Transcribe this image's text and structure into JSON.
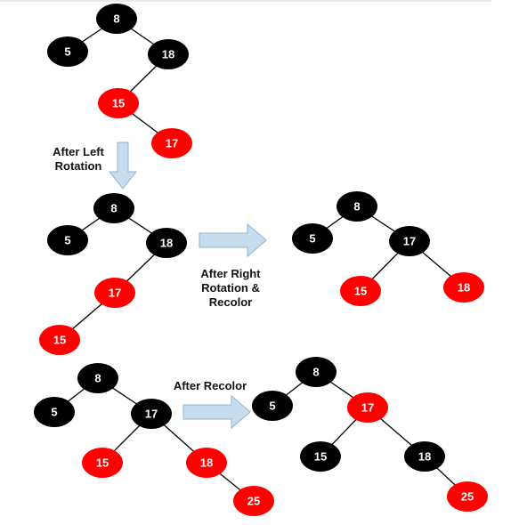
{
  "colors": {
    "black_node": "#000000",
    "red_node": "#ff0000",
    "arrow_fill": "#c7dcec",
    "arrow_stroke": "#8fb3d0",
    "edge": "#000000",
    "top_border": "#c9d3e0"
  },
  "trees": [
    {
      "id": "tree1",
      "nodes": [
        {
          "key": "n8",
          "label": "8",
          "color": "black"
        },
        {
          "key": "n5",
          "label": "5",
          "color": "black"
        },
        {
          "key": "n18",
          "label": "18",
          "color": "black"
        },
        {
          "key": "n15",
          "label": "15",
          "color": "red"
        },
        {
          "key": "n17",
          "label": "17",
          "color": "red"
        }
      ],
      "edges": [
        [
          "n8",
          "n5"
        ],
        [
          "n8",
          "n18"
        ],
        [
          "n18",
          "n15"
        ],
        [
          "n15",
          "n17"
        ]
      ]
    },
    {
      "id": "tree2",
      "nodes": [
        {
          "key": "n8",
          "label": "8",
          "color": "black"
        },
        {
          "key": "n5",
          "label": "5",
          "color": "black"
        },
        {
          "key": "n18",
          "label": "18",
          "color": "black"
        },
        {
          "key": "n17",
          "label": "17",
          "color": "red"
        },
        {
          "key": "n15",
          "label": "15",
          "color": "red"
        }
      ],
      "edges": [
        [
          "n8",
          "n5"
        ],
        [
          "n8",
          "n18"
        ],
        [
          "n18",
          "n17"
        ],
        [
          "n17",
          "n15"
        ]
      ]
    },
    {
      "id": "tree3",
      "nodes": [
        {
          "key": "n8",
          "label": "8",
          "color": "black"
        },
        {
          "key": "n5",
          "label": "5",
          "color": "black"
        },
        {
          "key": "n17",
          "label": "17",
          "color": "black"
        },
        {
          "key": "n15",
          "label": "15",
          "color": "red"
        },
        {
          "key": "n18",
          "label": "18",
          "color": "red"
        }
      ],
      "edges": [
        [
          "n8",
          "n5"
        ],
        [
          "n8",
          "n17"
        ],
        [
          "n17",
          "n15"
        ],
        [
          "n17",
          "n18"
        ]
      ]
    },
    {
      "id": "tree4",
      "nodes": [
        {
          "key": "n8",
          "label": "8",
          "color": "black"
        },
        {
          "key": "n5",
          "label": "5",
          "color": "black"
        },
        {
          "key": "n17",
          "label": "17",
          "color": "black"
        },
        {
          "key": "n15",
          "label": "15",
          "color": "red"
        },
        {
          "key": "n18",
          "label": "18",
          "color": "red"
        },
        {
          "key": "n25",
          "label": "25",
          "color": "red"
        }
      ],
      "edges": [
        [
          "n8",
          "n5"
        ],
        [
          "n8",
          "n17"
        ],
        [
          "n17",
          "n15"
        ],
        [
          "n17",
          "n18"
        ],
        [
          "n18",
          "n25"
        ]
      ]
    },
    {
      "id": "tree5",
      "nodes": [
        {
          "key": "n8",
          "label": "8",
          "color": "black"
        },
        {
          "key": "n5",
          "label": "5",
          "color": "black"
        },
        {
          "key": "n17",
          "label": "17",
          "color": "red"
        },
        {
          "key": "n15",
          "label": "15",
          "color": "black"
        },
        {
          "key": "n18",
          "label": "18",
          "color": "black"
        },
        {
          "key": "n25",
          "label": "25",
          "color": "red"
        }
      ],
      "edges": [
        [
          "n8",
          "n5"
        ],
        [
          "n8",
          "n17"
        ],
        [
          "n17",
          "n15"
        ],
        [
          "n17",
          "n18"
        ],
        [
          "n18",
          "n25"
        ]
      ]
    }
  ],
  "steps": [
    {
      "id": "step-left-rotation",
      "lines": [
        "After Left",
        "Rotation"
      ]
    },
    {
      "id": "step-right-rotation-recolor",
      "lines": [
        "After Right",
        "Rotation &",
        "Recolor"
      ]
    },
    {
      "id": "step-recolor",
      "lines": [
        "After Recolor"
      ]
    }
  ]
}
